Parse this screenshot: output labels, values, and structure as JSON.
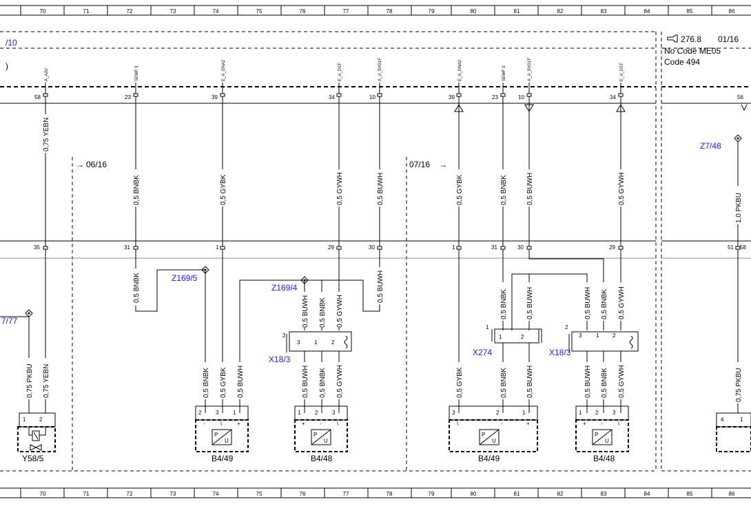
{
  "ruler": {
    "columns": [
      "70",
      "71",
      "72",
      "73",
      "74",
      "75",
      "76",
      "77",
      "78",
      "79",
      "80",
      "81",
      "82",
      "83",
      "84",
      "85",
      "86"
    ]
  },
  "header": {
    "left_ref": "/10",
    "left_paren": ")",
    "info_line1_a": "276.8",
    "info_line1_b": "01/16",
    "info_line2": "No  Code ME05",
    "info_line3": "Code 494"
  },
  "signals": [
    "A_AAV",
    "SEWF 3",
    "E_A_GNA2",
    "E_A_DST",
    "A_U_5VG1F",
    "E_A_GNA2",
    "SEWF 3",
    "A_U_5VG1F",
    "E_A_DST"
  ],
  "top_pins": [
    "58",
    "23",
    "39",
    "34",
    "10",
    "39",
    "23",
    "10",
    "34",
    "56"
  ],
  "upper_wires": [
    "0,75 YEBN",
    "0,5 BNBK",
    "0,5 GYBK",
    "0,5 GYWH",
    "0,5 BUWH",
    "0,5 GYBK",
    "0,5 BNBK",
    "0,5 BUWH",
    "0,5 GYWH",
    "1,0 PKBU"
  ],
  "mid_pins": [
    "35",
    "31",
    "1",
    "29",
    "30",
    "1",
    "31",
    "30",
    "29",
    "51",
    "58"
  ],
  "refs": {
    "ref1": "06/16",
    "ref2": "07/16"
  },
  "splices": {
    "z169_5": "Z169/5",
    "z169_4": "Z169/4",
    "z7_48": "Z7/48",
    "ref_7_77": "7/77"
  },
  "connectors": {
    "x18_3_a": "X18/3",
    "x274": "X274",
    "x18_3_b": "X18/3"
  },
  "mid_wires": [
    "0,5 BNBK",
    "0,5 BUWH",
    "0,5 BNBK",
    "0,5 GYWH",
    "0,5 BUWH",
    "0,5 BNBK",
    "0,5 BUWH",
    "0,5 BUWH",
    "0,5 BNBK",
    "0,5 GYWH"
  ],
  "lower_wires": [
    "0,75 PKBU",
    "0,75 YEBN",
    "0,5 BNBK",
    "0,5 GYBK",
    "0,5 BUWH",
    "0,5 BUWH",
    "0,5 BNBK",
    "0,5 GYWH",
    "0,5 GYBK",
    "0,5 BNBK",
    "0,5 BUWH",
    "0,5 BUWH",
    "0,5 BNBK",
    "0,5 GYWH",
    "0,75 PKBU"
  ],
  "components": [
    "Y58/5",
    "B4/49",
    "B4/48",
    "B4/49",
    "B4/48"
  ],
  "sensor_text": {
    "p": "P",
    "u": "U"
  },
  "pin_numbers": [
    "1",
    "2",
    "3",
    "4"
  ],
  "pin_marks": [
    "-",
    "+",
    "\\"
  ]
}
